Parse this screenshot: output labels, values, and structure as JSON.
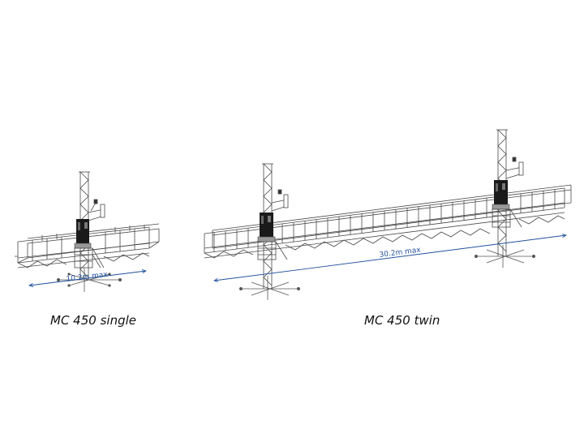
{
  "figure": {
    "single": {
      "caption": "MC 450 single",
      "dimension_label": "10.2m max"
    },
    "twin": {
      "caption": "MC 450 twin",
      "dimension_label": "30.2m max"
    },
    "colors": {
      "background": "#ffffff",
      "line": "#4a4a4a",
      "dimension": "#1f4f9c",
      "motor": "#1a1a1a"
    }
  }
}
